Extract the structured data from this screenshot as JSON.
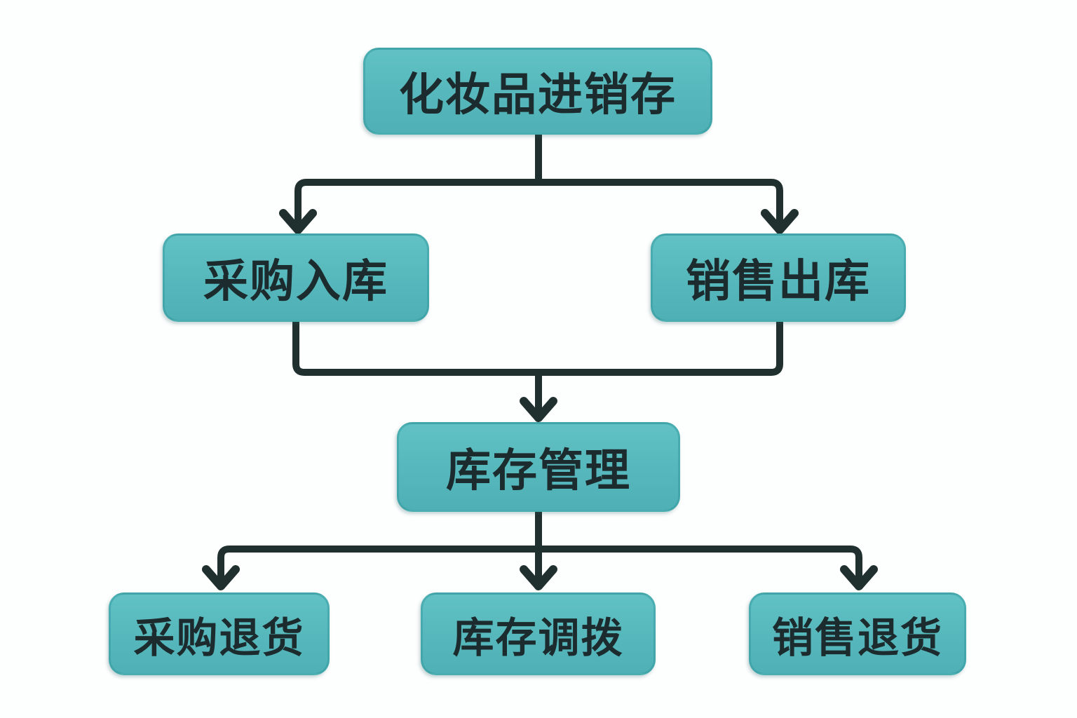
{
  "diagram": {
    "type": "flowchart",
    "background_color": "#fdfefe",
    "node_fill_color": "#56b9bd",
    "node_border_color": "#2f969c",
    "node_text_color": "#1c2b2d",
    "connector_color": "#20302f",
    "nodes": [
      {
        "id": "cosmetics-psi",
        "label": "化妆品进销存"
      },
      {
        "id": "purchase-inbound",
        "label": "采购入库"
      },
      {
        "id": "sales-outbound",
        "label": "销售出库"
      },
      {
        "id": "inventory-management",
        "label": "库存管理"
      },
      {
        "id": "purchase-return",
        "label": "采购退货"
      },
      {
        "id": "inventory-transfer",
        "label": "库存调拨"
      },
      {
        "id": "sales-return",
        "label": "销售退货"
      }
    ],
    "edges": [
      {
        "from": "化妆品进销存",
        "to": "采购入库"
      },
      {
        "from": "化妆品进销存",
        "to": "销售出库"
      },
      {
        "from": "采购入库",
        "to": "库存管理"
      },
      {
        "from": "销售出库",
        "to": "库存管理"
      },
      {
        "from": "库存管理",
        "to": "采购退货"
      },
      {
        "from": "库存管理",
        "to": "库存调拨"
      },
      {
        "from": "库存管理",
        "to": "销售退货"
      }
    ]
  }
}
